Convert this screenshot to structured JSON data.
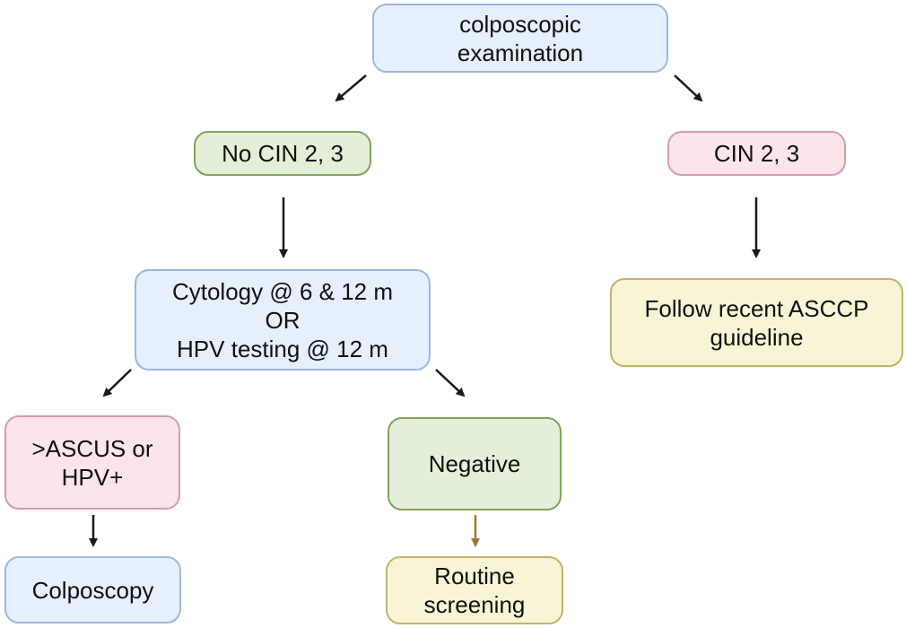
{
  "nodes": {
    "colposcopic_exam": "colposcopic\nexamination",
    "no_cin": "No CIN 2, 3",
    "cin": "CIN 2, 3",
    "cytology": "Cytology @ 6 & 12 m\nOR\nHPV testing @ 12 m",
    "follow_asccp": "Follow recent ASCCP\nguideline",
    "ascus": ">ASCUS or\nHPV+",
    "negative": "Negative",
    "colposcopy": "Colposcopy",
    "routine": "Routine\nscreening"
  },
  "colors": {
    "blue_fill": "#e6effc",
    "blue_border": "#9db8e0",
    "green_fill": "#e4efd9",
    "green_border": "#7ea35c",
    "pink_fill": "#fbe5ea",
    "pink_border": "#d99aa9",
    "yellow_fill": "#f8f5d6",
    "yellow_border": "#c2b36a",
    "arrow": "#1a1a1a",
    "arrow_brown": "#9a7a2e"
  }
}
